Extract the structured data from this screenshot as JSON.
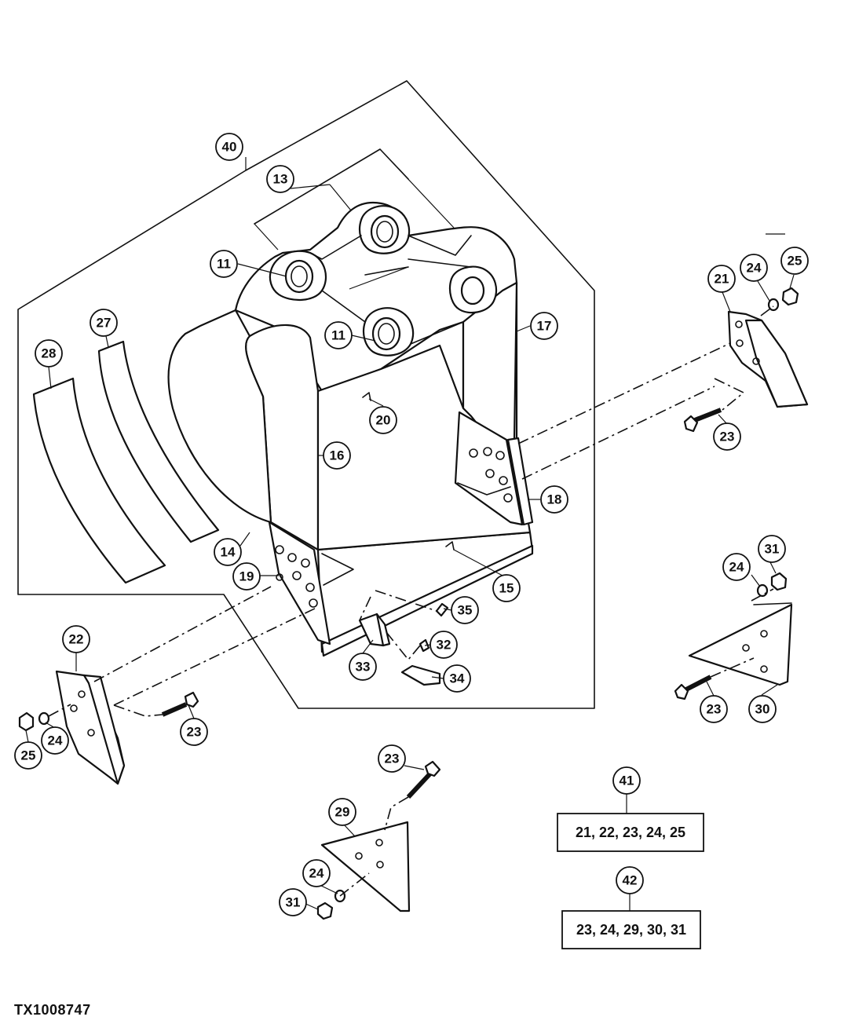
{
  "figure_id": "TX1008747",
  "callouts": {
    "c11a": "11",
    "c11b": "11",
    "c13": "13",
    "c14": "14",
    "c15": "15",
    "c16": "16",
    "c17": "17",
    "c18": "18",
    "c19": "19",
    "c20": "20",
    "c21": "21",
    "c22": "22",
    "c23a": "23",
    "c23b": "23",
    "c23c": "23",
    "c23d": "23",
    "c24a": "24",
    "c24b": "24",
    "c24c": "24",
    "c24d": "24",
    "c25a": "25",
    "c25b": "25",
    "c27": "27",
    "c28": "28",
    "c29": "29",
    "c30": "30",
    "c31a": "31",
    "c31b": "31",
    "c32": "32",
    "c33": "33",
    "c34": "34",
    "c35": "35",
    "c40": "40",
    "c41": "41",
    "c42": "42"
  },
  "kits": {
    "kit41": "21, 22, 23, 24, 25",
    "kit42": "23, 24, 29, 30, 31"
  }
}
